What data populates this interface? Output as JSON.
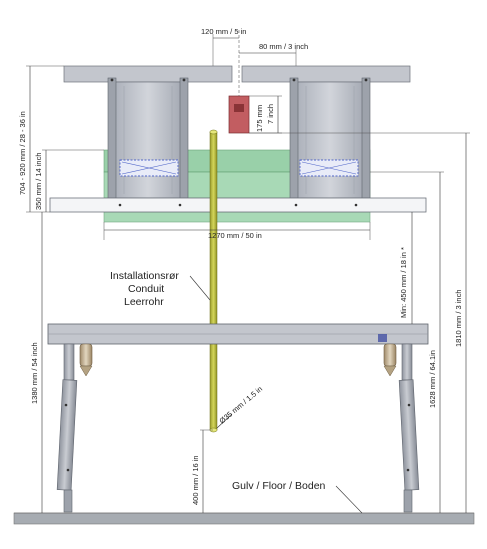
{
  "dimensions": {
    "top_width": "120 mm / 5 in",
    "top_offset": "80 mm / 3 inch",
    "box_height_a": "175 mm",
    "box_height_b": "7 inch",
    "range_height": "704 - 920 mm / 28 - 36 in",
    "frame_height": "350 mm / 14 inch",
    "frame_width": "1270 mm / 50 in",
    "min_clearance": "Min: 450 mm / 18 in *",
    "table_height": "1380 mm / 54 inch",
    "total_mid": "1628 mm / 64.1in",
    "total_height": "1810 mm / 3 inch",
    "pipe_diameter": "Ø35 mm / 1.5 in",
    "floor_gap": "400 mm / 16 in"
  },
  "conduit_label": {
    "line1": "Installationsrør",
    "line2": "Conduit",
    "line3": "Leerrohr"
  },
  "floor_label": "Gulv / Floor / Boden",
  "colors": {
    "steel": "#b9bdc6",
    "steel_dark": "#8d929c",
    "green_frame": "#7fc093",
    "conduit": "#b9bb3f",
    "box": "#c0595d",
    "blue_accent": "#4f64c8",
    "floor": "#9aa0a6"
  }
}
